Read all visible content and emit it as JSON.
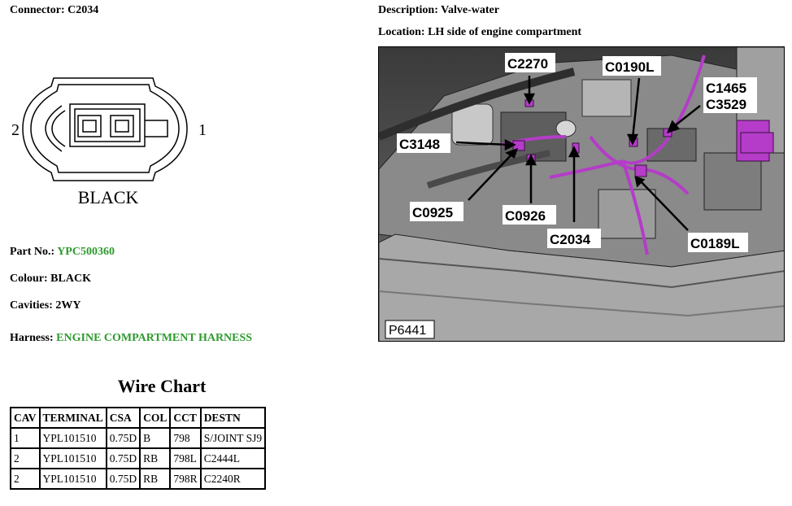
{
  "connector": {
    "label": "Connector:",
    "value": "C2034"
  },
  "description": {
    "label": "Description:",
    "value": "Valve-water"
  },
  "location": {
    "label": "Location:",
    "value": "LH side of engine compartment"
  },
  "drawing": {
    "pin_left": "2",
    "pin_right": "1",
    "color_label": "BLACK"
  },
  "part_no": {
    "label": "Part No.:",
    "value": "YPC500360"
  },
  "colour": {
    "label": "Colour:",
    "value": "BLACK"
  },
  "cavities": {
    "label": "Cavities:",
    "value": "2WY"
  },
  "harness": {
    "label": "Harness:",
    "value": "ENGINE COMPARTMENT HARNESS"
  },
  "link_color": "#2e9a2e",
  "highlight_color": "#b43cc8",
  "wire_chart": {
    "title": "Wire Chart",
    "headers": [
      "CAV",
      "TERMINAL",
      "CSA",
      "COL",
      "CCT",
      "DESTN"
    ],
    "rows": [
      [
        "1",
        "YPL101510",
        "0.75D",
        "B",
        "798",
        "S/JOINT SJ9"
      ],
      [
        "2",
        "YPL101510",
        "0.75D",
        "RB",
        "798L",
        "C2444L"
      ],
      [
        "2",
        "YPL101510",
        "0.75D",
        "RB",
        "798R",
        "C2240R"
      ]
    ]
  },
  "photo": {
    "figure_id": "P6441",
    "callouts": {
      "c2270": "C2270",
      "c0190l": "C0190L",
      "c1465": "C1465",
      "c3529": "C3529",
      "c3148": "C3148",
      "c0925": "C0925",
      "c0926": "C0926",
      "c2034": "C2034",
      "c0189l": "C0189L"
    }
  }
}
